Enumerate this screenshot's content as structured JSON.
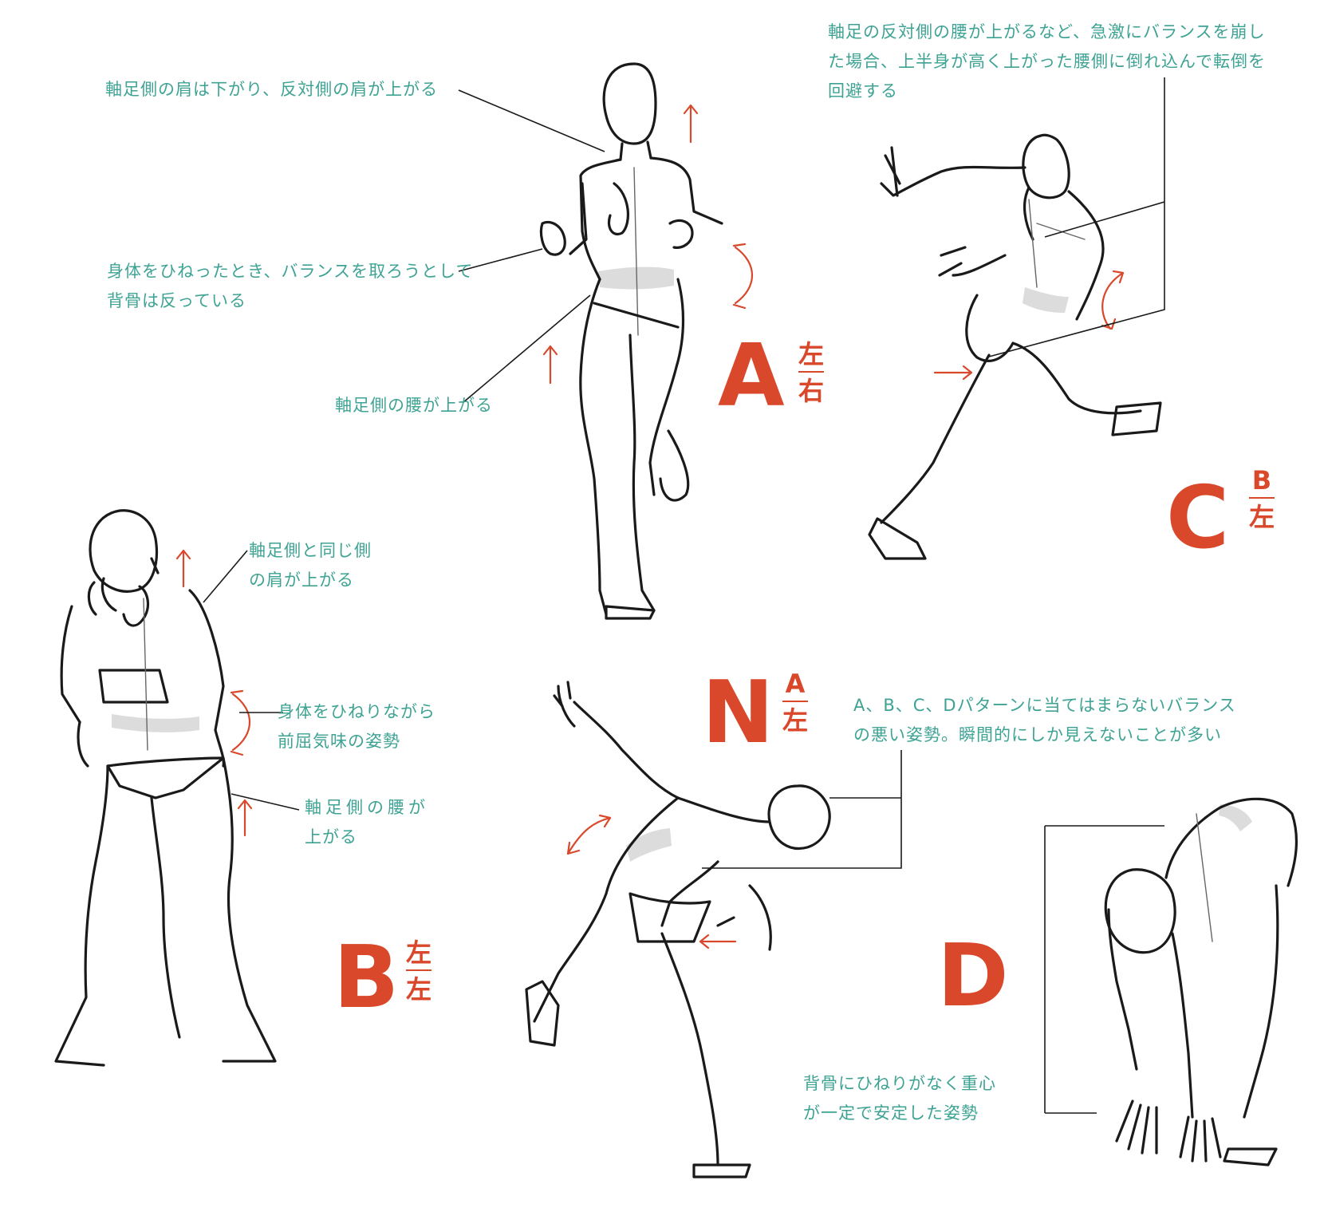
{
  "colors": {
    "note": "#3fa394",
    "accent": "#d9482b",
    "line": "#1a1a1a"
  },
  "labels": {
    "A": {
      "letter": "A",
      "top": "左",
      "bottom": "右"
    },
    "B": {
      "letter": "B",
      "top": "左",
      "bottom": "左"
    },
    "C": {
      "letter": "C",
      "top": "B",
      "bottom": "左"
    },
    "N": {
      "letter": "N",
      "top": "A",
      "bottom": "左"
    },
    "D": {
      "letter": "D"
    }
  },
  "notes": {
    "a_shoulder": "軸足側の肩は下がり、反対側の肩が上がる",
    "a_spine_1": "身体をひねったとき、バランスを取ろうとして",
    "a_spine_2": "背骨は反っている",
    "a_hip": "軸足側の腰が上がる",
    "c_1": "軸足の反対側の腰が上がるなど、急激にバランスを崩し",
    "c_2": "た場合、上半身が高く上がった腰側に倒れ込んで転倒を",
    "c_3": "回避する",
    "b_shoulder_1": "軸足側と同じ側",
    "b_shoulder_2": "の肩が上がる",
    "b_twist_1": "身体をひねりながら",
    "b_twist_2": "前屈気味の姿勢",
    "b_hip_1": "軸足側の腰が",
    "b_hip_2": "上がる",
    "n_1": "A、B、C、Dパターンに当てはまらないバランス",
    "n_2": "の悪い姿勢。瞬間的にしか見えないことが多い",
    "d_1": "背骨にひねりがなく重心",
    "d_2": "が一定で安定した姿勢"
  }
}
